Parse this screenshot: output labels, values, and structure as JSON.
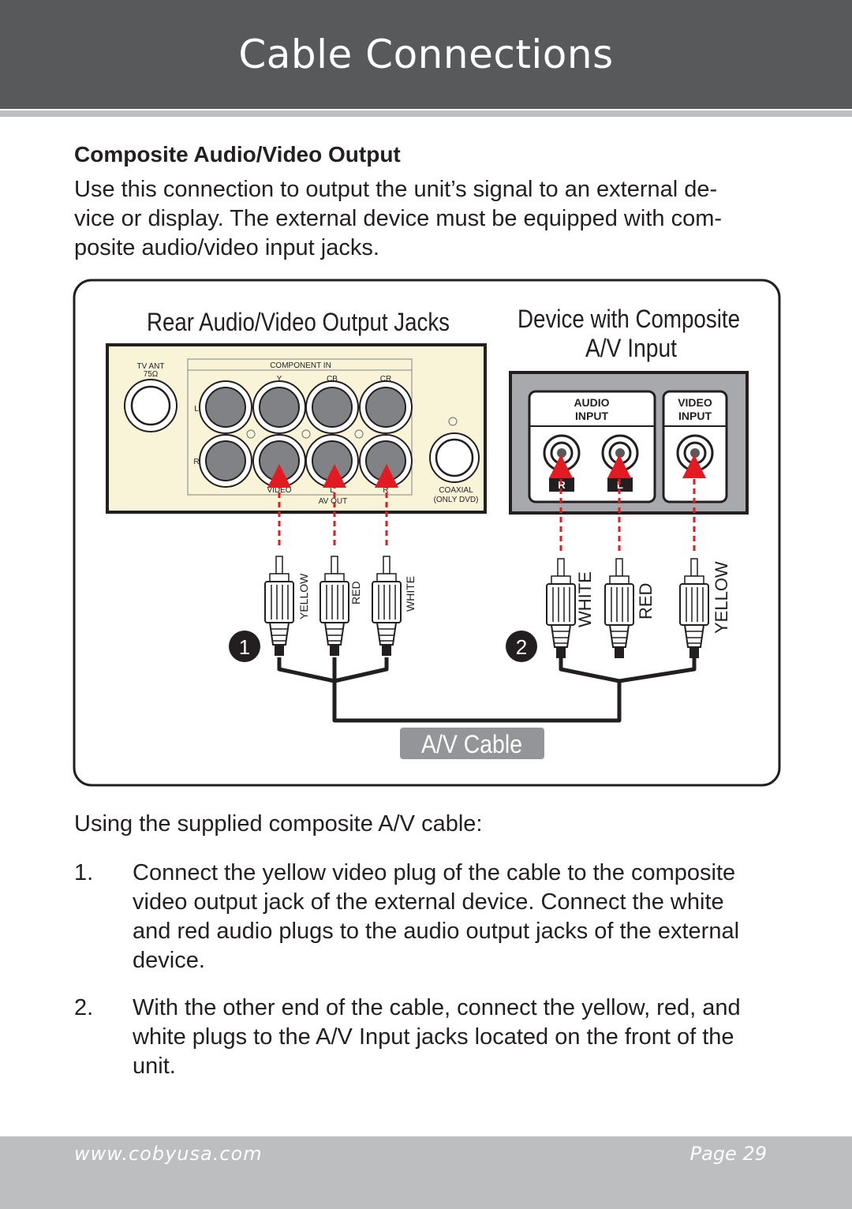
{
  "header": {
    "title": "Cable Connections"
  },
  "section": {
    "heading": "Composite Audio/Video Output",
    "intro_lines": [
      "Use this connection to output the unit’s signal to an external de-",
      "vice or display. The external device must be equipped with com-",
      "posite audio/video input jacks."
    ]
  },
  "diagram": {
    "rear_title": "Rear Audio/Video Output Jacks",
    "device_title_line1": "Device with Composite",
    "device_title_line2": "A/V Input",
    "panel": {
      "tv_ant": "TV ANT",
      "ohms": "75Ω",
      "component_in": "COMPONENT IN",
      "y": "Y",
      "cb": "CB",
      "cr": "CR",
      "l": "L",
      "r": "R",
      "video": "VIDEO",
      "av_l": "L",
      "av_r": "R",
      "av_out": "AV OUT",
      "coaxial": "COAXIAL",
      "only_dvd": "(ONLY DVD)"
    },
    "device": {
      "audio_line1": "AUDIO",
      "audio_line2": "INPUT",
      "video_line1": "VIDEO",
      "video_line2": "INPUT",
      "r_tag": "R",
      "l_tag": "L"
    },
    "plug_labels_left": [
      "YELLOW",
      "RED",
      "WHITE"
    ],
    "plug_labels_right": [
      "WHITE",
      "RED",
      "YELLOW"
    ],
    "badge1": "1",
    "badge2": "2",
    "cable_label": "A/V Cable"
  },
  "usage_intro": "Using the supplied composite A/V cable:",
  "steps": [
    {
      "num": "1.",
      "lines": [
        "Connect the yellow video plug of the cable to the composite",
        "video output jack of the external device. Connect the white",
        "and red audio plugs to the audio output jacks of the external",
        "device."
      ]
    },
    {
      "num": "2.",
      "lines": [
        "With the other end of the cable, connect the yellow, red, and",
        "white plugs to the A/V Input jacks located on the front of the",
        "unit."
      ]
    }
  ],
  "footer": {
    "url": "www.cobyusa.com",
    "page": "Page 29"
  }
}
